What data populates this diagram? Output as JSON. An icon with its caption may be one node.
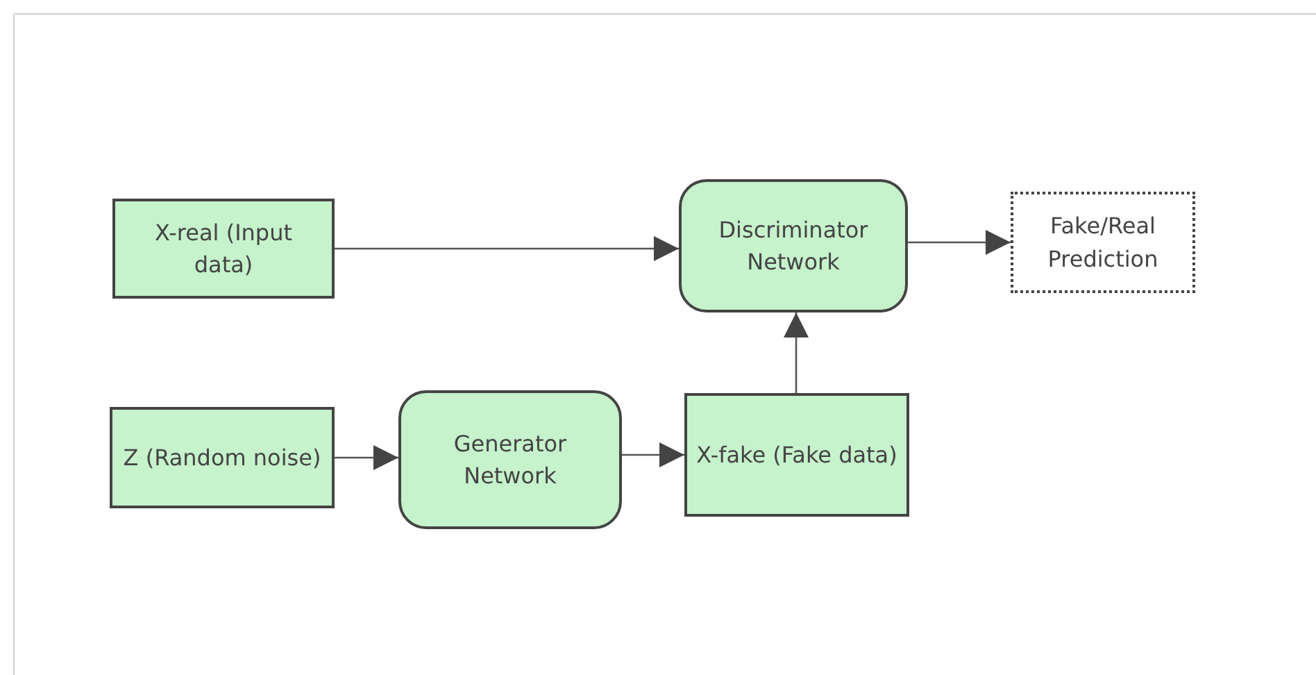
{
  "diagram": {
    "nodes": [
      {
        "text": [
          "X-real (Input data)"
        ]
      },
      {
        "text": [
          "Discriminator Network"
        ]
      },
      {
        "text": [
          "Fake/Real Prediction"
        ]
      },
      {
        "text": [
          "Z (Random noise)"
        ]
      },
      {
        "text": [
          "Generator Network"
        ]
      },
      {
        "text": [
          "X-fake (Fake data)"
        ]
      }
    ],
    "edges": [
      {
        "from": 0,
        "to": 1,
        "arrow": "to"
      },
      {
        "from": 1,
        "to": 2,
        "arrow": "to"
      },
      {
        "from": 3,
        "to": 4,
        "arrow": "to"
      },
      {
        "from": 4,
        "to": 5,
        "arrow": "to"
      },
      {
        "from": 5,
        "to": 1,
        "arrow": "to"
      }
    ]
  }
}
